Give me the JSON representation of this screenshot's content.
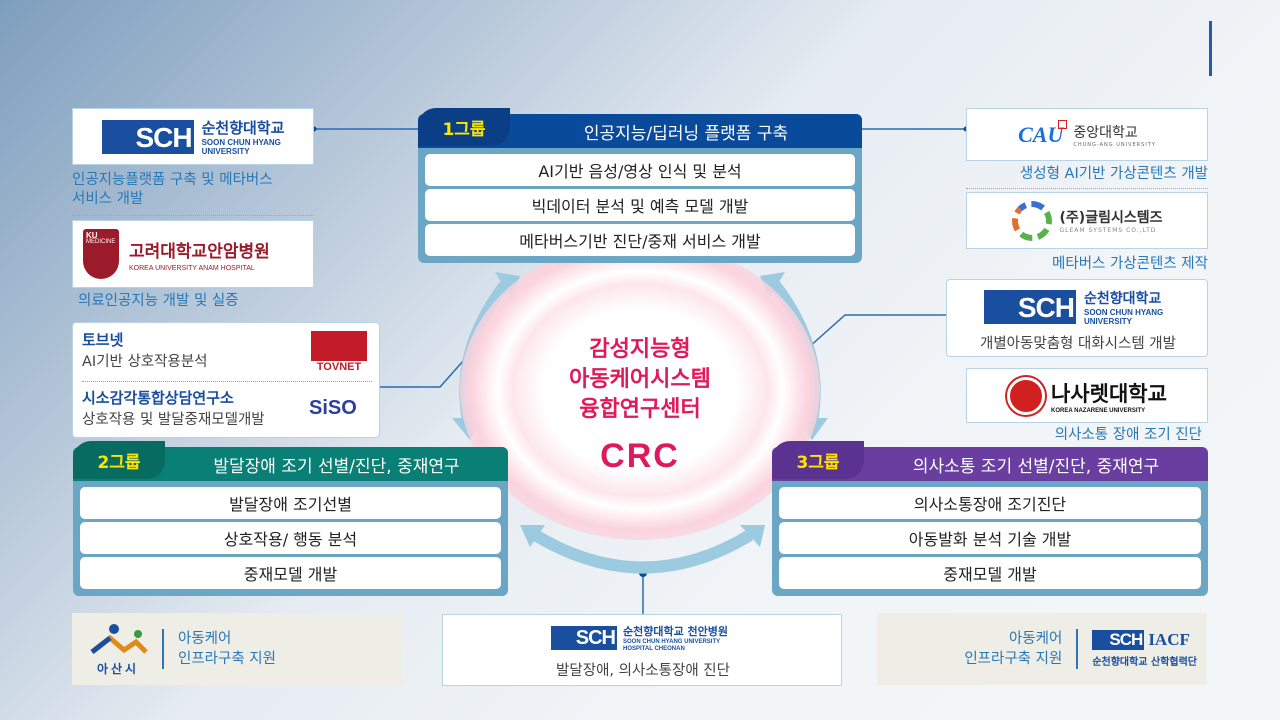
{
  "center": {
    "title_lines": [
      "감성지능형",
      "아동케어시스템",
      "융합연구센터"
    ],
    "acronym": "CRC",
    "color": "#e0195a"
  },
  "groups": [
    {
      "tag": "1그룹",
      "title": "인공지능/딥러닝 플랫폼 구축",
      "color": "#0a4a9a",
      "items": [
        "AI기반 음성/영상 인식 및 분석",
        "빅데이터 분석 및 예측 모델 개발",
        "메타버스기반 진단/중재 서비스 개발"
      ]
    },
    {
      "tag": "2그룹",
      "title": "발달장애 조기 선별/진단, 중재연구",
      "color": "#0a7f75",
      "items": [
        "발달장애 조기선별",
        "상호작용/ 행동 분석",
        "중재모델 개발"
      ]
    },
    {
      "tag": "3그룹",
      "title": "의사소통 조기 선별/진단, 중재연구",
      "color": "#6a3ea0",
      "items": [
        "의사소통장애 조기진단",
        "아동발화 분석 기술 개발",
        "중재모델 개발"
      ]
    }
  ],
  "left_partners": {
    "sch": {
      "name_kr": "순천향대학교",
      "name_en_1": "SOON CHUN HYANG",
      "name_en_2": "UNIVERSITY",
      "mark": "SCH",
      "desc_1": "인공지능플랫폼 구축 및 메타버스",
      "desc_2": "서비스 개발"
    },
    "ku": {
      "badge_1": "KU",
      "badge_2": "MEDICINE",
      "name_kr": "고려대학교안암병원",
      "name_en": "KOREA UNIVERSITY ANAM HOSPITAL",
      "desc": "의료인공지능 개발 및 실증"
    },
    "tovnet": {
      "name": "토브넷",
      "desc": "AI기반 상호작용분석",
      "logo_1": "TOV",
      "logo_2": "NET"
    },
    "siso": {
      "name": "시소감각통합상담연구소",
      "desc": "상호작용 및 발달중재모델개발",
      "logo": "SiSO"
    }
  },
  "right_partners": {
    "cau": {
      "mark": "CAU",
      "name_kr": "중앙대학교",
      "name_en": "CHUNG-ANG UNIVERSITY",
      "desc": "생성형 AI기반 가상콘텐츠 개발"
    },
    "gleam": {
      "name_kr": "(주)글림시스템즈",
      "name_en": "GLEAM SYSTEMS CO.,LTD",
      "desc": "메타버스 가상콘텐츠 제작"
    },
    "sch": {
      "mark": "SCH",
      "name_kr": "순천향대학교",
      "name_en_1": "SOON CHUN HYANG",
      "name_en_2": "UNIVERSITY",
      "desc": "개별아동맞춤형 대화시스템 개발"
    },
    "nazarene": {
      "name_kr": "나사렛대학교",
      "name_en": "KOREA NAZARENE UNIVERSITY",
      "desc": "의사소통 장애 조기 진단"
    }
  },
  "bottom": {
    "asan": {
      "logo_text": "아산시",
      "line_1": "아동케어",
      "line_2": "인프라구축 지원"
    },
    "hospital": {
      "mark": "SCH",
      "name_kr": "순천향대학교 천안병원",
      "name_en_1": "SOON CHUN HYANG UNIVERSITY",
      "name_en_2": "HOSPITAL CHEONAN",
      "desc": "발달장애, 의사소통장애 진단"
    },
    "iacf": {
      "line_1": "아동케어",
      "line_2": "인프라구축 지원",
      "mark": "SCH",
      "mark_2": "IACF",
      "name_kr": "순천향대학교 산학협력단"
    }
  }
}
